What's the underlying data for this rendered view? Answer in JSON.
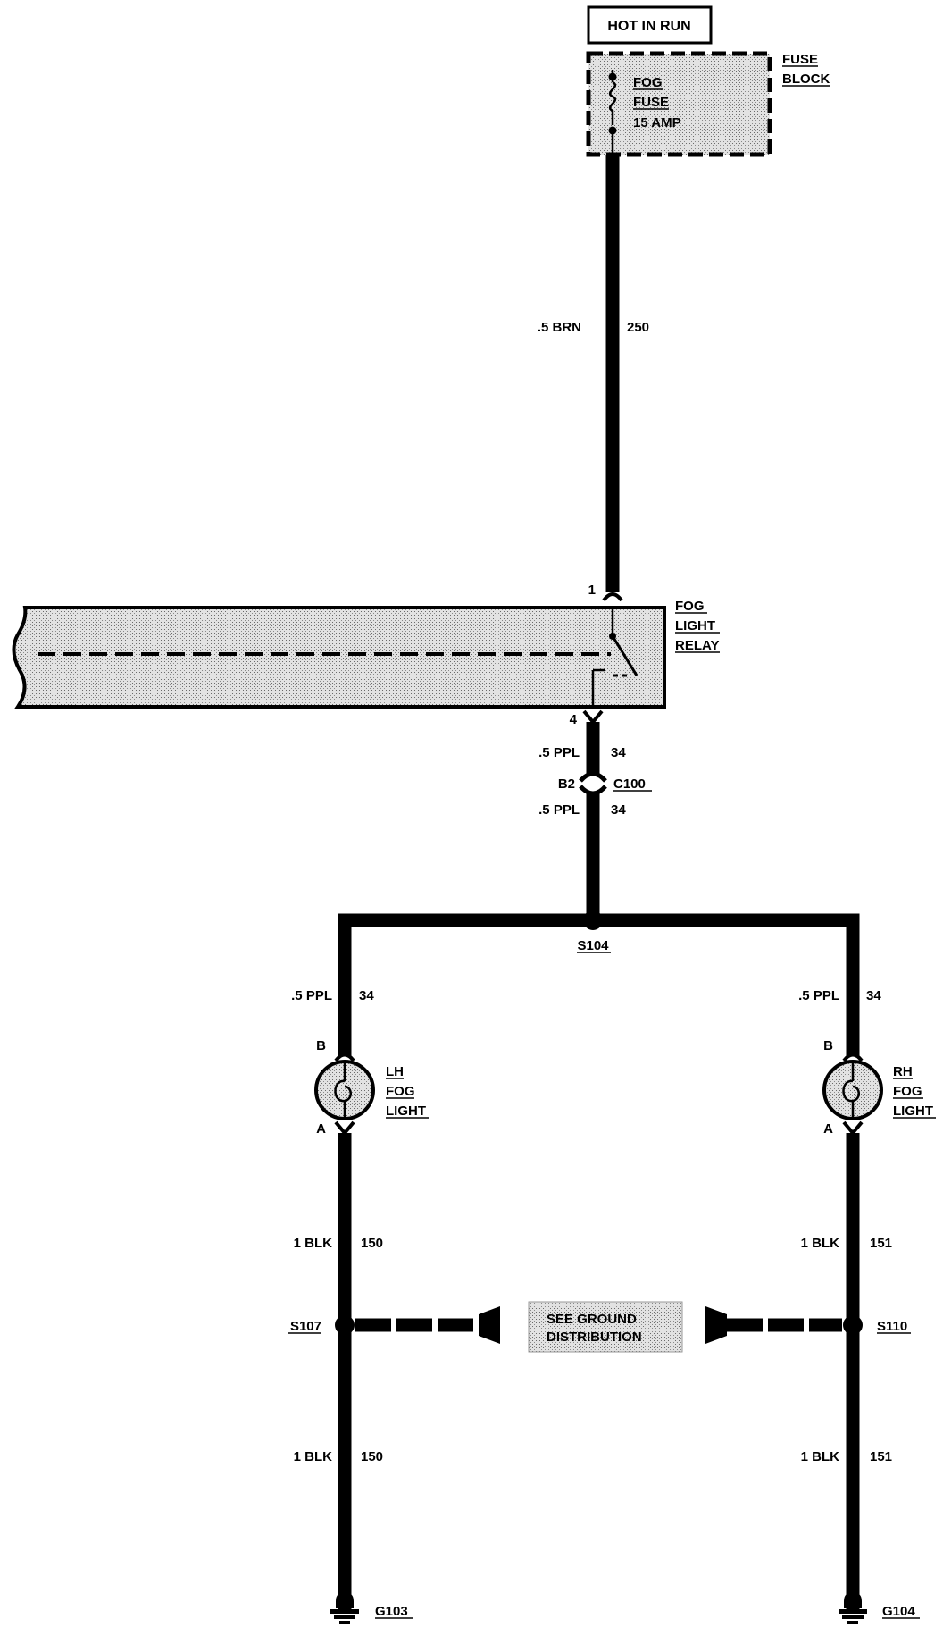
{
  "power": {
    "source": "HOT IN RUN"
  },
  "fuse_block": {
    "name_line1": "FUSE",
    "name_line2": "BLOCK",
    "fuse_line1": "FOG",
    "fuse_line2": "FUSE",
    "fuse_rating": "15 AMP"
  },
  "feed_wire": {
    "gauge_color": ".5 BRN",
    "circuit": "250"
  },
  "relay": {
    "name_line1": "FOG",
    "name_line2": "LIGHT",
    "name_line3": "RELAY",
    "pin_in": "1",
    "pin_out": "4"
  },
  "relay_out_wire": {
    "gauge_color": ".5 PPL",
    "circuit": "34"
  },
  "connector": {
    "pin": "B2",
    "name": "C100"
  },
  "connector_out_wire": {
    "gauge_color": ".5 PPL",
    "circuit": "34"
  },
  "splice_main": {
    "name": "S104"
  },
  "left_branch": {
    "wire_gauge_color": ".5 PPL",
    "wire_circuit": "34",
    "lamp_pin_top": "B",
    "lamp_pin_bottom": "A",
    "lamp_line1": "LH",
    "lamp_line2": "FOG",
    "lamp_line3": "LIGHT",
    "ground_wire1_gauge_color": "1 BLK",
    "ground_wire1_circuit": "150",
    "splice": "S107",
    "ground_wire2_gauge_color": "1 BLK",
    "ground_wire2_circuit": "150",
    "ground": "G103"
  },
  "right_branch": {
    "wire_gauge_color": ".5 PPL",
    "wire_circuit": "34",
    "lamp_pin_top": "B",
    "lamp_pin_bottom": "A",
    "lamp_line1": "RH",
    "lamp_line2": "FOG",
    "lamp_line3": "LIGHT",
    "ground_wire1_gauge_color": "1 BLK",
    "ground_wire1_circuit": "151",
    "splice": "S110",
    "ground_wire2_gauge_color": "1 BLK",
    "ground_wire2_circuit": "151",
    "ground": "G104"
  },
  "ground_distribution": {
    "line1": "SEE GROUND",
    "line2": "DISTRIBUTION"
  }
}
